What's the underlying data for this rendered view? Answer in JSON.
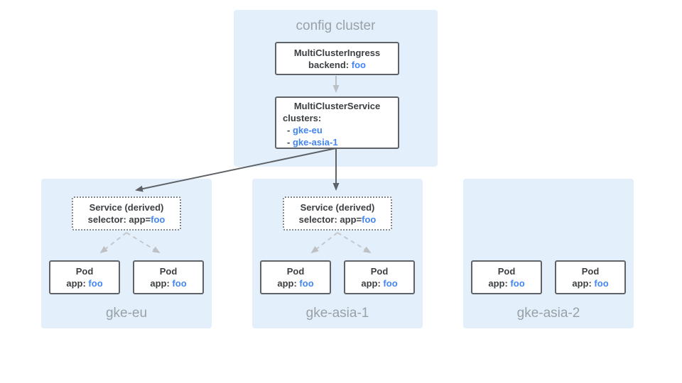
{
  "colors": {
    "panel_bg": "#e3f0fb",
    "box_border": "#5f6368",
    "dark_text": "#3c4043",
    "accent_blue": "#4285f4",
    "muted_label": "#9aa0a6",
    "dark_arrow": "#5f6368",
    "light_arrow": "#bdc1c6"
  },
  "config_cluster": {
    "label": "config cluster",
    "ingress_box": {
      "title": "MultiClusterIngress",
      "backend_label": "backend: ",
      "backend_value": "foo"
    },
    "service_box": {
      "title": "MultiClusterService",
      "clusters_label": "clusters:",
      "items": [
        {
          "bullet": "- ",
          "name": "gke-eu"
        },
        {
          "bullet": "- ",
          "name": "gke-asia-1"
        }
      ]
    }
  },
  "clusters": [
    {
      "label": "gke-eu",
      "service": {
        "title": "Service (derived)",
        "selector_label": "selector: app=",
        "selector_value": "foo"
      },
      "pods": [
        {
          "title": "Pod",
          "app_label": "app: ",
          "app_value": "foo"
        },
        {
          "title": "Pod",
          "app_label": "app: ",
          "app_value": "foo"
        }
      ]
    },
    {
      "label": "gke-asia-1",
      "service": {
        "title": "Service (derived)",
        "selector_label": "selector: app=",
        "selector_value": "foo"
      },
      "pods": [
        {
          "title": "Pod",
          "app_label": "app: ",
          "app_value": "foo"
        },
        {
          "title": "Pod",
          "app_label": "app: ",
          "app_value": "foo"
        }
      ]
    },
    {
      "label": "gke-asia-2",
      "pods": [
        {
          "title": "Pod",
          "app_label": "app: ",
          "app_value": "foo"
        },
        {
          "title": "Pod",
          "app_label": "app: ",
          "app_value": "foo"
        }
      ]
    }
  ]
}
